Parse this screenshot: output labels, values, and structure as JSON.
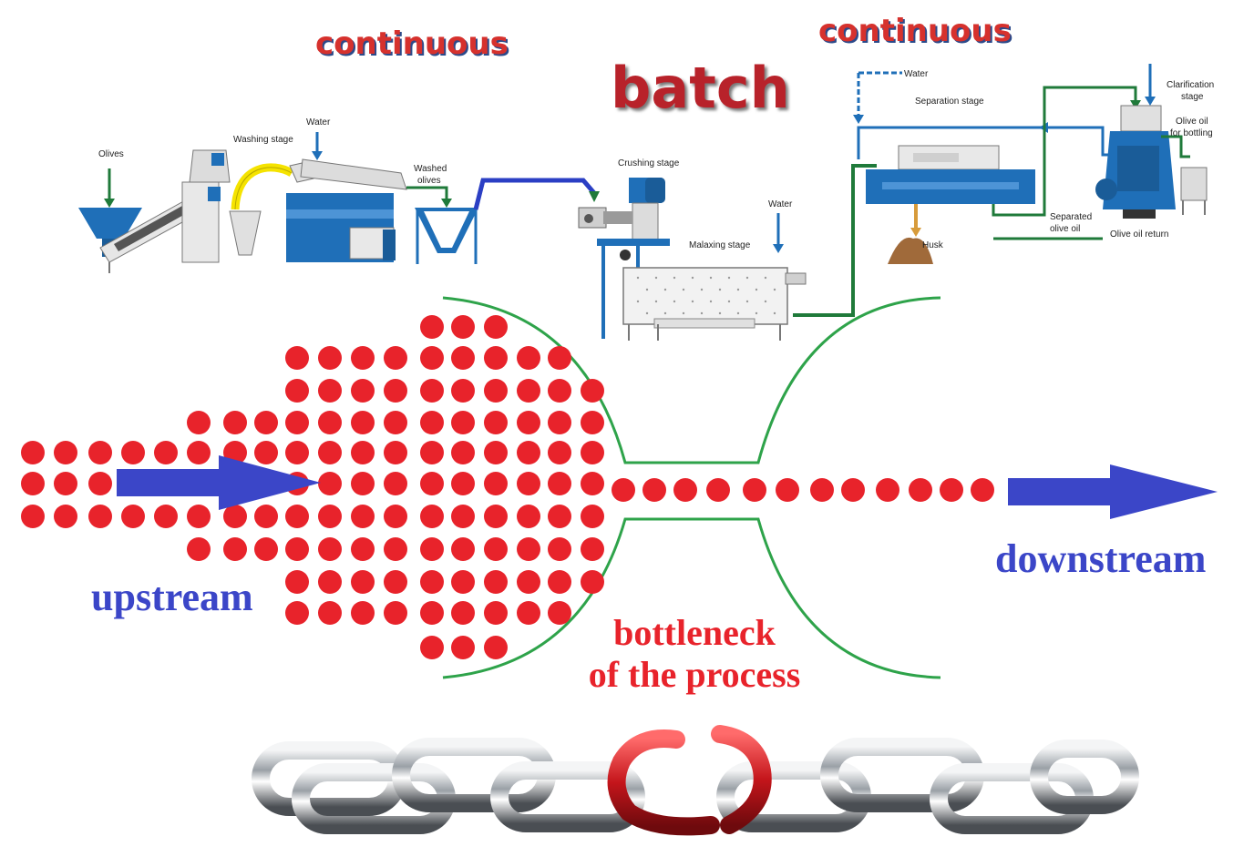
{
  "headers": {
    "continuous_left": "continuous",
    "batch": "batch",
    "continuous_right": "continuous"
  },
  "process": {
    "olives": "Olives",
    "washing_stage": "Washing stage",
    "water_1": "Water",
    "washed_olives_1": "Washed",
    "washed_olives_2": "olives",
    "crushing_stage": "Crushing stage",
    "water_2": "Water",
    "malaxing_stage": "Malaxing stage",
    "water_3": "Water",
    "separation_stage": "Separation stage",
    "husk": "Husk",
    "separated_oil_1": "Separated",
    "separated_oil_2": "olive oil",
    "clarification_1": "Clarification",
    "clarification_2": "stage",
    "oil_bottling_1": "Olive oil",
    "oil_bottling_2": "for bottling",
    "oil_return": "Olive oil return"
  },
  "flow": {
    "upstream": "upstream",
    "downstream": "downstream",
    "bottleneck_line1": "bottleneck",
    "bottleneck_line2": "of the process"
  },
  "colors": {
    "dot": "#e8232b",
    "arrow": "#3b46c8",
    "funnel": "#2ea34a",
    "machine_blue": "#1f6fb8",
    "pipe_green": "#1f7a3a",
    "chain_steel": "#b8bcc2",
    "chain_broken": "#d01f24"
  }
}
